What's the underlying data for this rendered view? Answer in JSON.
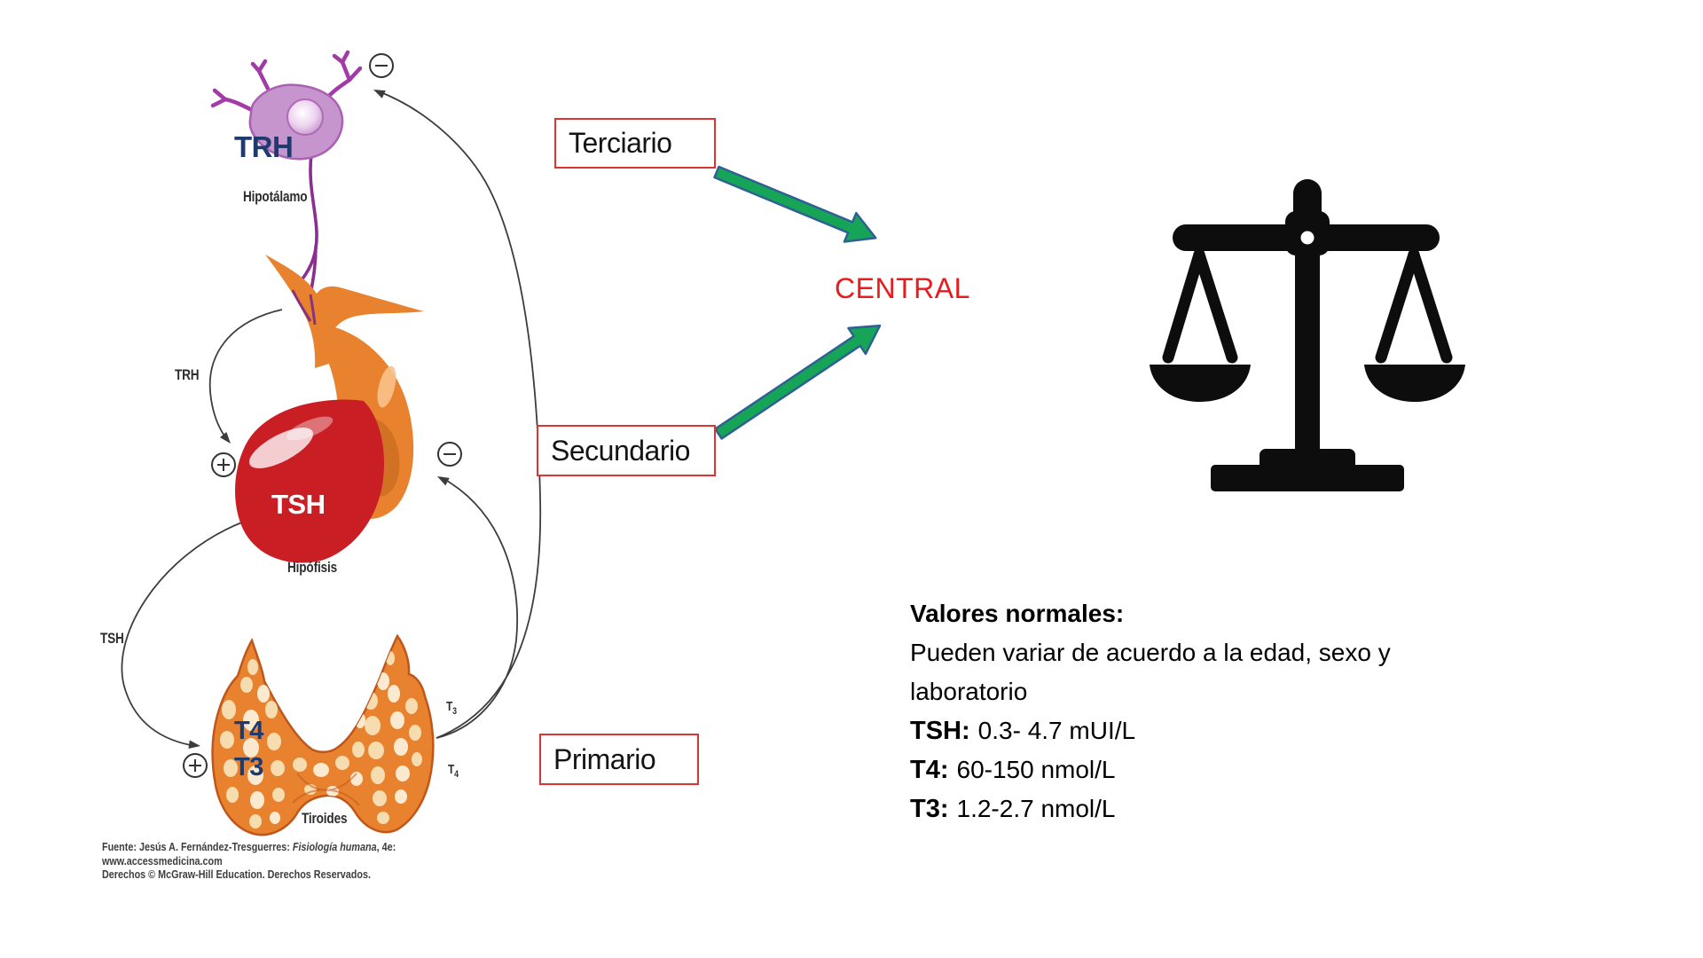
{
  "palette": {
    "box_border_red": "#dd3333",
    "central_red": "#e81b1f",
    "arrow_green": "#16a457",
    "arrow_outline_blue": "#2e6094",
    "hormone_navy": "#1e3a6e",
    "organ_orange": "#e8822e",
    "organ_red": "#ca1e25",
    "neuron_purple": "#c795ce",
    "scale_black": "#0d0d0d"
  },
  "feedback_diagram": {
    "hormone_trh": "TRH",
    "organ_hypothalamus": "Hipotálamo",
    "arrow_trh": "TRH",
    "hormone_tsh": "TSH",
    "organ_pituitary": "Hipófisis",
    "arrow_tsh": "TSH",
    "hormone_t4": "T4",
    "hormone_t3": "T3",
    "organ_thyroid": "Tiroides",
    "t3_out_base": "T",
    "t3_out_sub": "3",
    "t4_out_base": "T",
    "t4_out_sub": "4",
    "source_prefix": "Fuente: Jesús A. Fernández-Tresguerres: ",
    "source_title": "Fisiología humana",
    "source_suffix": ", 4e:",
    "source_url": "www.accessmedicina.com",
    "source_rights": "Derechos © McGraw-Hill Education. Derechos Reservados."
  },
  "classification": {
    "tertiary_label": "Terciario",
    "secondary_label": "Secundario",
    "primary_label": "Primario",
    "central_label": "CENTRAL"
  },
  "icons": {
    "balance_scale": "balance-scale",
    "minus": "−",
    "plus": "+",
    "green_arrow": "→"
  },
  "normal_values": {
    "heading": "Valores normales:",
    "note_line1": "Pueden variar de acuerdo a la edad, sexo y",
    "note_line2": "laboratorio",
    "items": [
      {
        "label": "TSH:",
        "range": "0.3- 4.7 mUI/L"
      },
      {
        "label": "T4:",
        "range": "60-150 nmol/L"
      },
      {
        "label": "T3:",
        "range": "1.2-2.7 nmol/L"
      }
    ]
  }
}
